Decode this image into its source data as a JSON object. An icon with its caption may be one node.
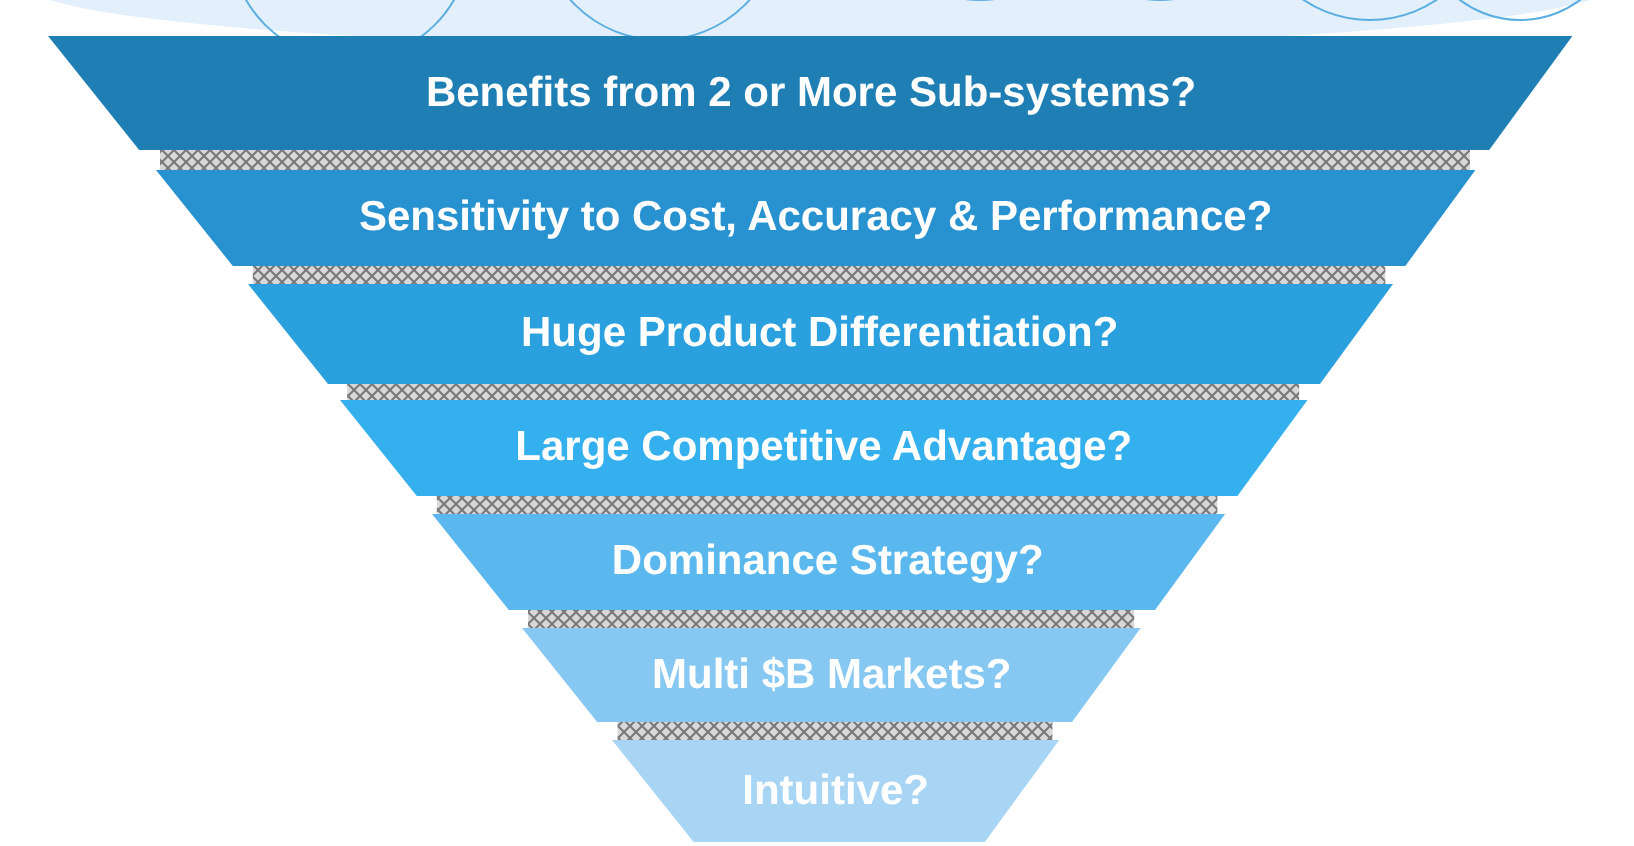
{
  "diagram": {
    "nodes": [
      {
        "text": [
          "Benefits from 2 or More Sub-systems?"
        ]
      },
      {
        "text": [
          "Sensitivity to Cost, Accuracy & Performance?"
        ]
      },
      {
        "text": [
          "Huge Product Differentiation?"
        ]
      },
      {
        "text": [
          "Large Competitive Advantage?"
        ]
      },
      {
        "text": [
          "Dominance Strategy?"
        ]
      },
      {
        "text": [
          "Multi $B Markets?"
        ]
      },
      {
        "text": [
          "Intuitive?"
        ]
      }
    ]
  }
}
